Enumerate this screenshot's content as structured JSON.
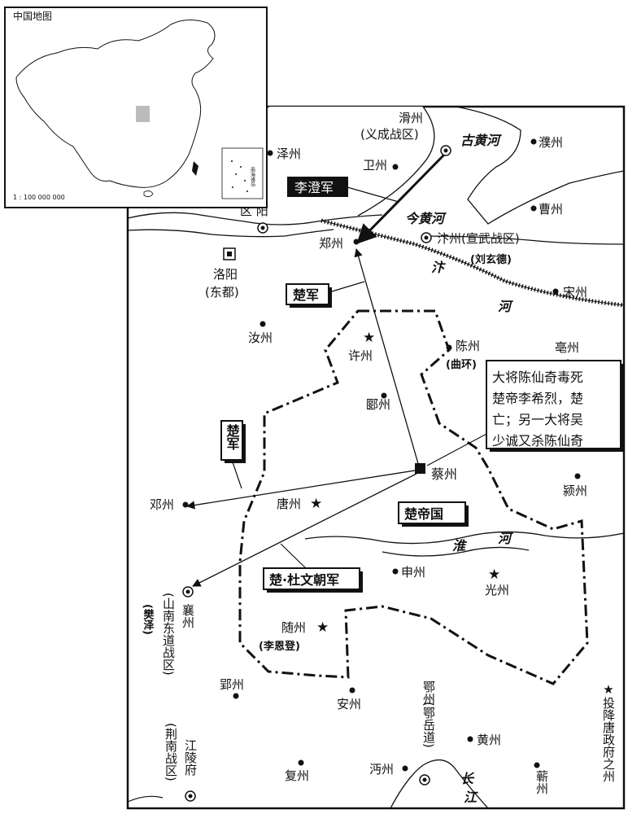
{
  "inset": {
    "title": "中国地图",
    "scale": "1 : 100 000 000",
    "south_sea_label": "南海诸岛"
  },
  "places": {
    "huazhou": "滑州",
    "yicheng": "(义成战区)",
    "zezhou": "泽州",
    "weizhou": "卫州",
    "puzhou": "濮州",
    "caozhou": "曹州",
    "heyang_partial": "区 阳",
    "zhengzhou": "郑州",
    "bianzhou": "汴州(宣武战区)",
    "liu": "(刘玄德)",
    "luoyang": "洛阳",
    "dongdu": "(东都)",
    "songzhou": "宋州",
    "ruzhou": "汝州",
    "xuzhou": "许州",
    "chenzhou": "陈州",
    "quhuan": "(曲环)",
    "bozhou": "亳州",
    "yanzhou": "郾州",
    "caizhou": "蔡州",
    "dengzhou": "邓州",
    "tangzhou": "唐州",
    "yingzhou": "颍州",
    "shenzhou": "申州",
    "guangzhou": "光州",
    "xiangzhou": "襄州",
    "shannan": "(山南东道战区)",
    "fanze": "(樊泽)",
    "suizhou": "随州",
    "lienden": "(李恩登)",
    "yingzhou2": "郢州",
    "anzhou": "安州",
    "ezhou": "鄂州",
    "eyue": "(鄂岳道)",
    "huangzhou": "黄州",
    "jianglingfu": "江陵府",
    "jingnan": "(荆南战区)",
    "fuzhou": "复州",
    "mianzhou": "沔州",
    "qizhou": "蕲州"
  },
  "rivers": {
    "old_yellow": "古黄河",
    "new_yellow": "今黄河",
    "bian1": "汴",
    "bian2": "河",
    "huai1": "淮",
    "huai2": "河",
    "chang1": "长",
    "chang2": "江"
  },
  "armies": {
    "li_cheng": "李澄军",
    "chu1": "楚军",
    "chu2": "楚军",
    "chu_du": "楚·杜文朝军",
    "chu_state": "楚帝国"
  },
  "note_lines": [
    "大将陈仙奇毒死",
    "楚帝李希烈，楚",
    "亡；另一大将吴",
    "少诚又杀陈仙奇"
  ],
  "legend_surrender": "★投降唐政府之州"
}
